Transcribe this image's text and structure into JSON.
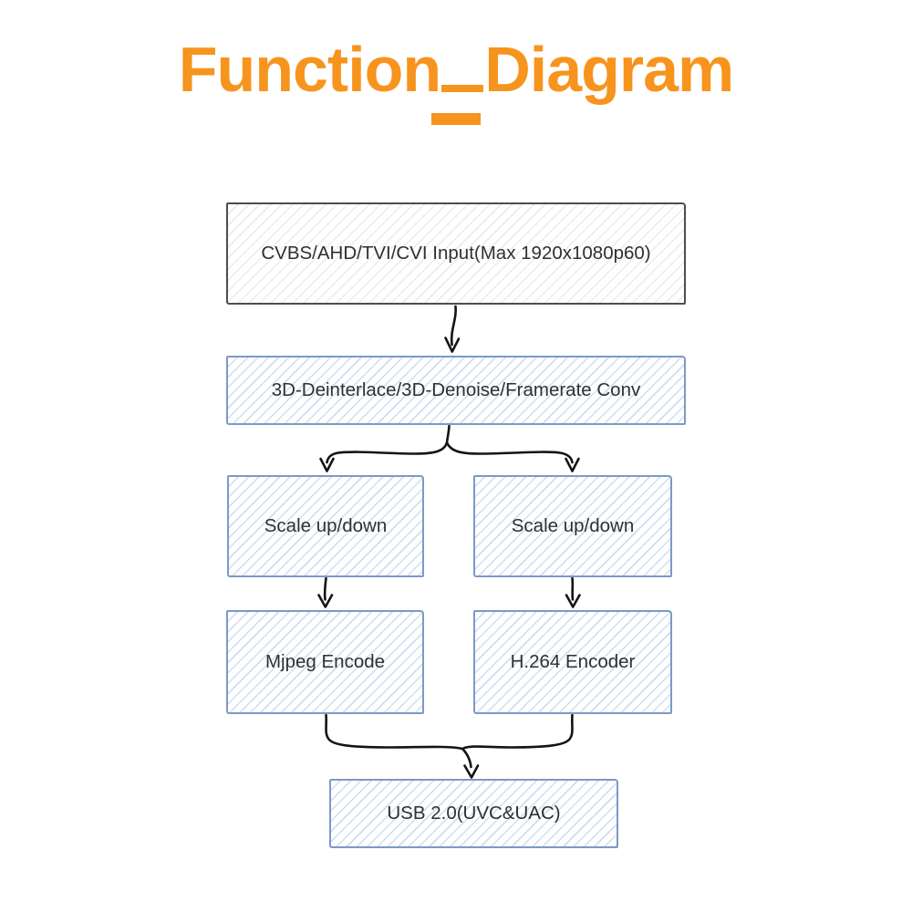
{
  "title": {
    "word1": "Function",
    "word2": "Diagram"
  },
  "colors": {
    "accent_orange": "#F7941D",
    "blue_box_border": "#7d99c6",
    "blue_box_hatch": "#cfddf0",
    "gray_box_border": "#4d4d4d",
    "node_text": "#303030",
    "arrow": "#141414",
    "background": "#ffffff"
  },
  "diagram": {
    "nodes": [
      {
        "id": "input",
        "label": "CVBS/AHD/TVI/CVI Input(Max 1920x1080p60)",
        "style": "gray"
      },
      {
        "id": "process",
        "label": "3D-Deinterlace/3D-Denoise/Framerate Conv",
        "style": "blue"
      },
      {
        "id": "scale_left",
        "label": "Scale up/down",
        "style": "blue"
      },
      {
        "id": "scale_right",
        "label": "Scale up/down",
        "style": "blue"
      },
      {
        "id": "mjpeg",
        "label": "Mjpeg Encode",
        "style": "blue"
      },
      {
        "id": "h264",
        "label": "H.264 Encoder",
        "style": "blue"
      },
      {
        "id": "usb",
        "label": "USB 2.0(UVC&UAC)",
        "style": "blue"
      }
    ],
    "edges": [
      {
        "from": "input",
        "to": "process"
      },
      {
        "from": "process",
        "to": "scale_left"
      },
      {
        "from": "process",
        "to": "scale_right"
      },
      {
        "from": "scale_left",
        "to": "mjpeg"
      },
      {
        "from": "scale_right",
        "to": "h264"
      },
      {
        "from": "mjpeg",
        "to": "usb"
      },
      {
        "from": "h264",
        "to": "usb"
      }
    ]
  }
}
